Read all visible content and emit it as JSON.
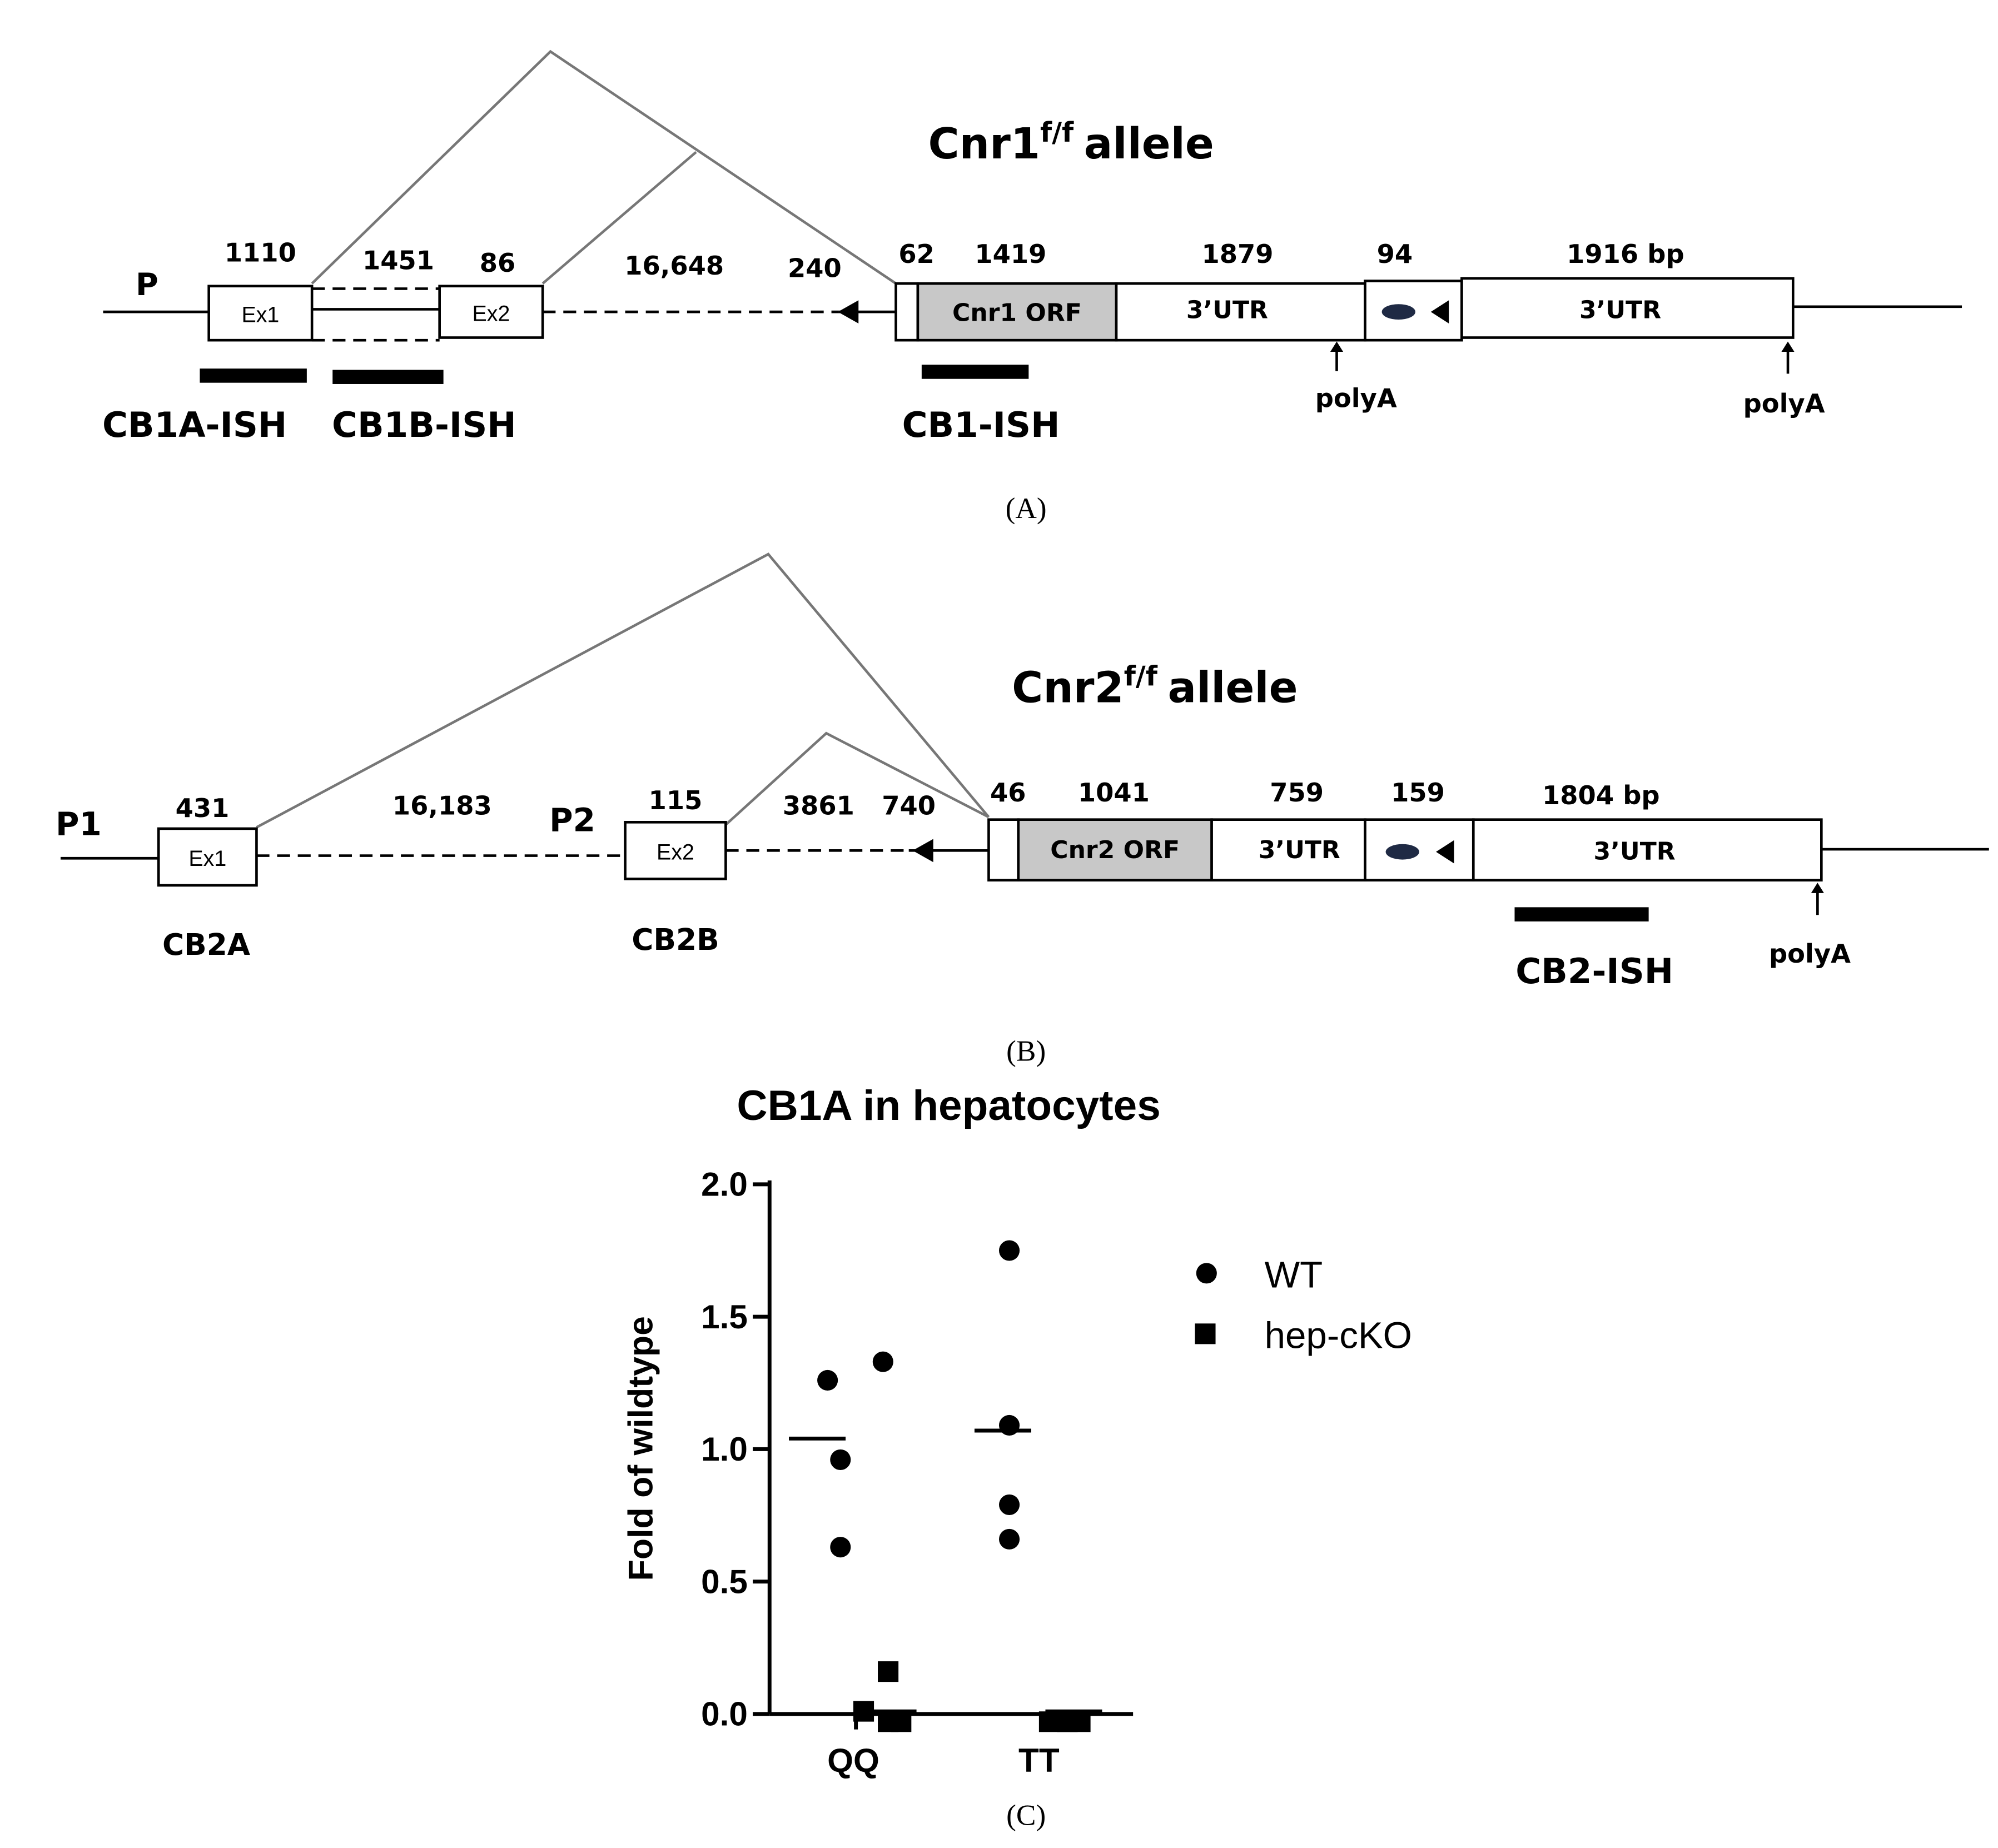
{
  "panel_a": {
    "caption": "(A)",
    "allele_gene": "Cnr1",
    "allele_sup": "f/f",
    "allele_word": "allele",
    "promoter": "P",
    "exon1": "Ex1",
    "exon2": "Ex2",
    "orf": "Cnr1 ORF",
    "utr1": "3’UTR",
    "utr2": "3’UTR",
    "lengths": [
      "1110",
      "1451",
      "86",
      "16,648",
      "240",
      "62",
      "1419",
      "1879",
      "94",
      "1916 bp"
    ],
    "polya": [
      "polyA",
      "polyA"
    ],
    "probes": [
      "CB1A-ISH",
      "CB1B-ISH",
      "CB1-ISH"
    ]
  },
  "panel_b": {
    "caption": "(B)",
    "allele_gene": "Cnr2",
    "allele_sup": "f/f",
    "allele_word": "allele",
    "promoter1": "P1",
    "promoter2": "P2",
    "exon1": "Ex1",
    "exon2": "Ex2",
    "orf": "Cnr2 ORF",
    "utr1": "3’UTR",
    "utr2": "3’UTR",
    "lengths": [
      "431",
      "16,183",
      "115",
      "3861",
      "740",
      "46",
      "1041",
      "759",
      "159",
      "1804 bp"
    ],
    "polya": "polyA",
    "labels": [
      "CB2A",
      "CB2B",
      "CB2-ISH"
    ]
  },
  "panel_c": {
    "caption": "(C)",
    "chart_data": {
      "type": "scatter",
      "title": "CB1A in hepatocytes",
      "ylabel": "Fold of wildtype",
      "xlabel": "",
      "categories": [
        "QQ",
        "TT"
      ],
      "ylim": [
        0,
        2.0
      ],
      "yticks": [
        "0.0",
        "0.5",
        "1.0",
        "1.5",
        "2.0"
      ],
      "legend_position": "right",
      "series": [
        {
          "name": "WT",
          "marker": "circle",
          "points": [
            {
              "category": "QQ",
              "y": 1.33
            },
            {
              "category": "QQ",
              "y": 1.26
            },
            {
              "category": "QQ",
              "y": 0.96
            },
            {
              "category": "QQ",
              "y": 0.63
            },
            {
              "category": "TT",
              "y": 1.75
            },
            {
              "category": "TT",
              "y": 1.09
            },
            {
              "category": "TT",
              "y": 0.79
            },
            {
              "category": "TT",
              "y": 0.66
            }
          ],
          "medians": {
            "QQ": 1.04,
            "TT": 1.07
          }
        },
        {
          "name": "hep-cKO",
          "marker": "square",
          "points": [
            {
              "category": "QQ",
              "y": 0.16
            },
            {
              "category": "QQ",
              "y": 0.01
            },
            {
              "category": "QQ",
              "y": 0.0
            },
            {
              "category": "QQ",
              "y": 0.0
            },
            {
              "category": "TT",
              "y": 0.0
            },
            {
              "category": "TT",
              "y": 0.0
            },
            {
              "category": "TT",
              "y": 0.0
            },
            {
              "category": "TT",
              "y": 0.0
            }
          ],
          "medians": {
            "QQ": 0.0,
            "TT": 0.0
          }
        }
      ]
    }
  }
}
